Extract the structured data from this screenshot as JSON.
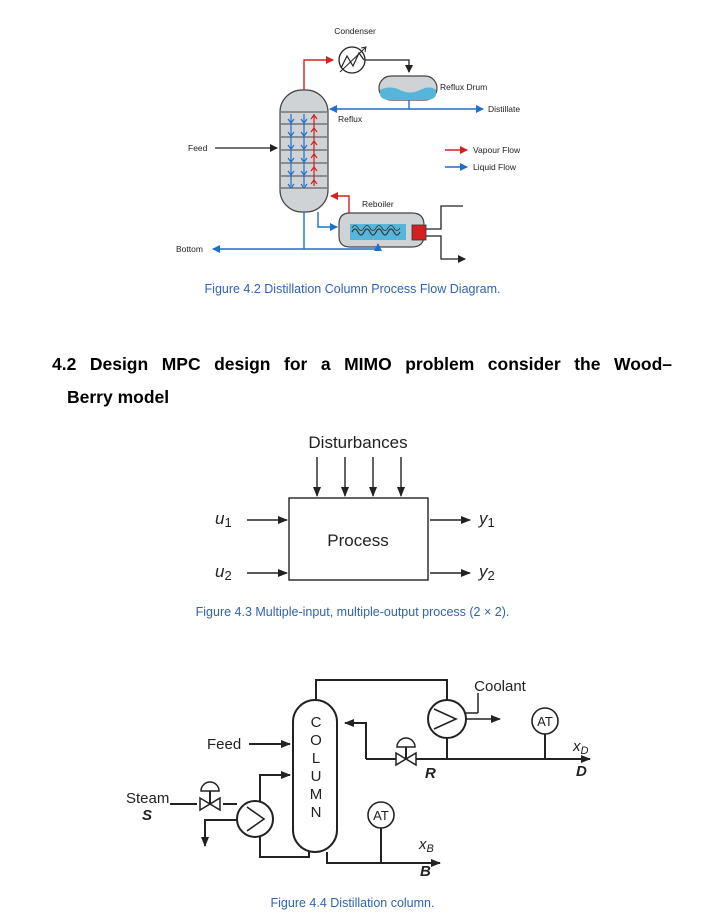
{
  "figure_4_2": {
    "labels": {
      "condenser": "Condenser",
      "reflux_drum": "Reflux Drum",
      "distillate": "Distillate",
      "reflux": "Reflux",
      "feed": "Feed",
      "vapour_flow": "Vapour Flow",
      "liquid_flow": "Liquid Flow",
      "reboiler": "Reboiler",
      "bottom": "Bottom"
    },
    "caption": "Figure 4.2 Distillation Column Process Flow Diagram.",
    "colors": {
      "vapour": "#d42020",
      "liquid": "#1f6fd1",
      "vessel": "#cfd3d6",
      "water": "#56b6d9"
    }
  },
  "section": {
    "heading_line1": "4.2 Design MPC design for a MIMO problem consider the Wood–",
    "heading_line2": "Berry model"
  },
  "figure_4_3": {
    "disturbances": "Disturbances",
    "process": "Process",
    "u1": "u",
    "u1_sub": "1",
    "u2": "u",
    "u2_sub": "2",
    "y1": "y",
    "y1_sub": "1",
    "y2": "y",
    "y2_sub": "2",
    "caption": "Figure 4.3 Multiple-input, multiple-output process (2 × 2)."
  },
  "figure_4_4": {
    "coolant": "Coolant",
    "feed": "Feed",
    "column_letters": [
      "C",
      "O",
      "L",
      "U",
      "M",
      "N"
    ],
    "steam": "Steam",
    "steam_symbol": "S",
    "at_top": "AT",
    "at_bottom": "AT",
    "xd": "x",
    "xd_sub": "D",
    "d": "D",
    "r": "R",
    "xb": "x",
    "xb_sub": "B",
    "b": "B",
    "caption": "Figure 4.4 Distillation column."
  }
}
